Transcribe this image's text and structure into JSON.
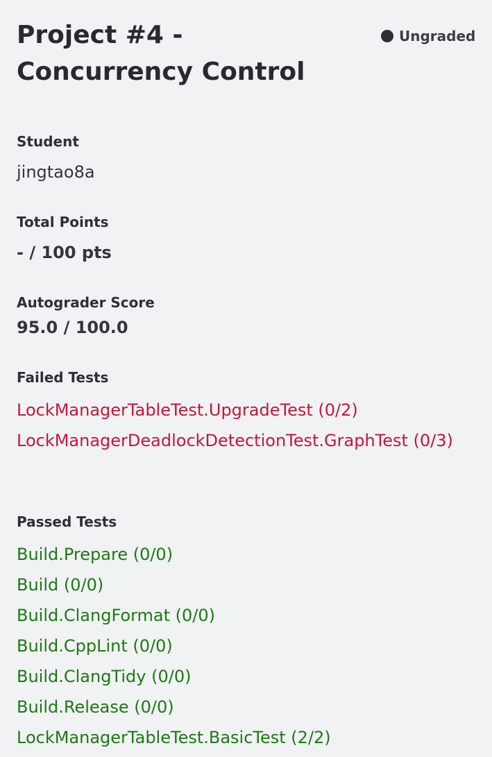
{
  "assignment": {
    "title": "Project #4 - Concurrency Control",
    "status": "Ungraded"
  },
  "student": {
    "label": "Student",
    "name": "jingtao8a"
  },
  "total_points": {
    "label": "Total Points",
    "value": "- / 100 pts"
  },
  "autograder": {
    "label": "Autograder Score",
    "value": "95.0 / 100.0"
  },
  "failed_tests": {
    "label": "Failed Tests",
    "items": [
      "LockManagerTableTest.UpgradeTest (0/2)",
      "LockManagerDeadlockDetectionTest.GraphTest (0/3)"
    ]
  },
  "passed_tests": {
    "label": "Passed Tests",
    "items": [
      "Build.Prepare (0/0)",
      "Build (0/0)",
      "Build.ClangFormat (0/0)",
      "Build.CppLint (0/0)",
      "Build.ClangTidy (0/0)",
      "Build.Release (0/0)",
      "LockManagerTableTest.BasicTest (2/2)"
    ]
  },
  "colors": {
    "failed": "#c2183c",
    "passed": "#1c7a12",
    "background": "#f1f2f4"
  }
}
